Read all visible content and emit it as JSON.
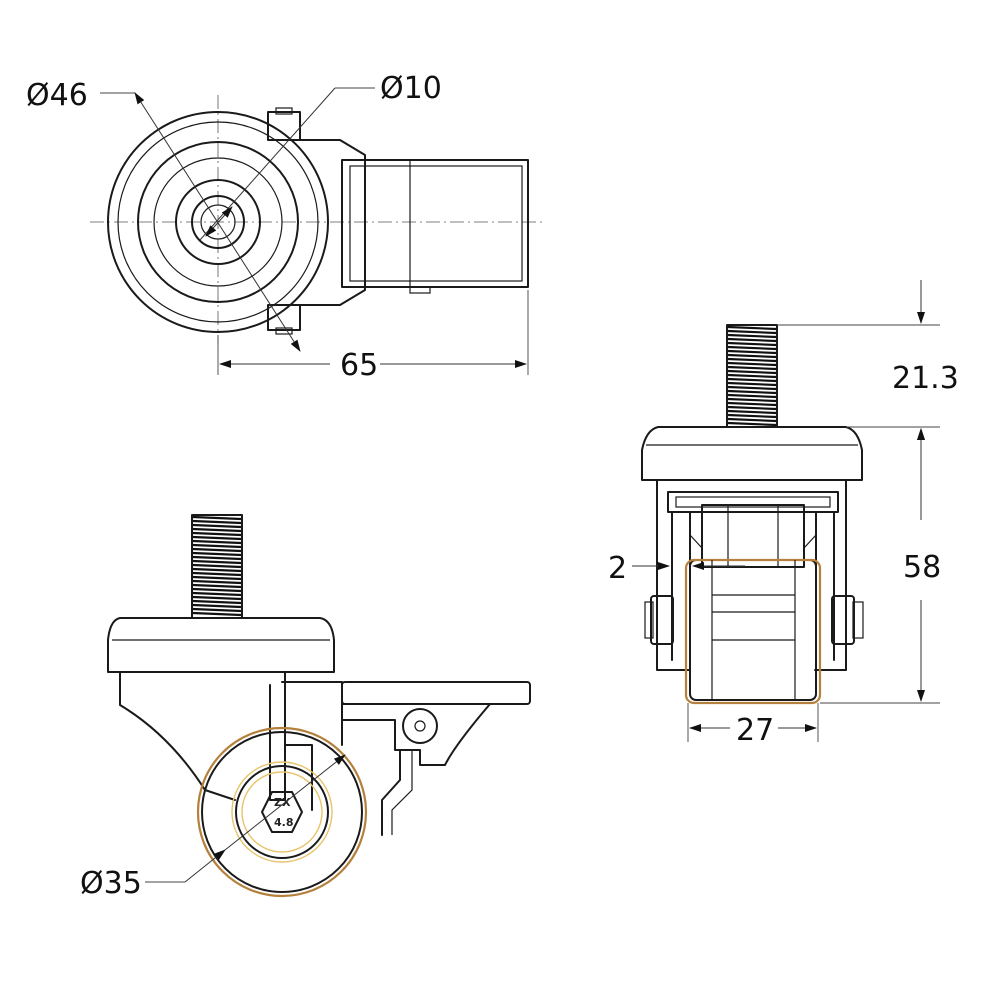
{
  "dimensions": {
    "wheel_diameter_top": "Ø46",
    "axle_diameter": "Ø10",
    "length": "65",
    "stem_length": "21.3",
    "height": "58",
    "gap": "2",
    "width": "27",
    "wheel_diameter_side": "Ø35"
  },
  "hex_marking": {
    "line1": "ZX",
    "line2": "4.8"
  },
  "colors": {
    "tread": "#b5803b",
    "tread_highlight": "#e7c46a",
    "line": "#1a1a1a"
  }
}
